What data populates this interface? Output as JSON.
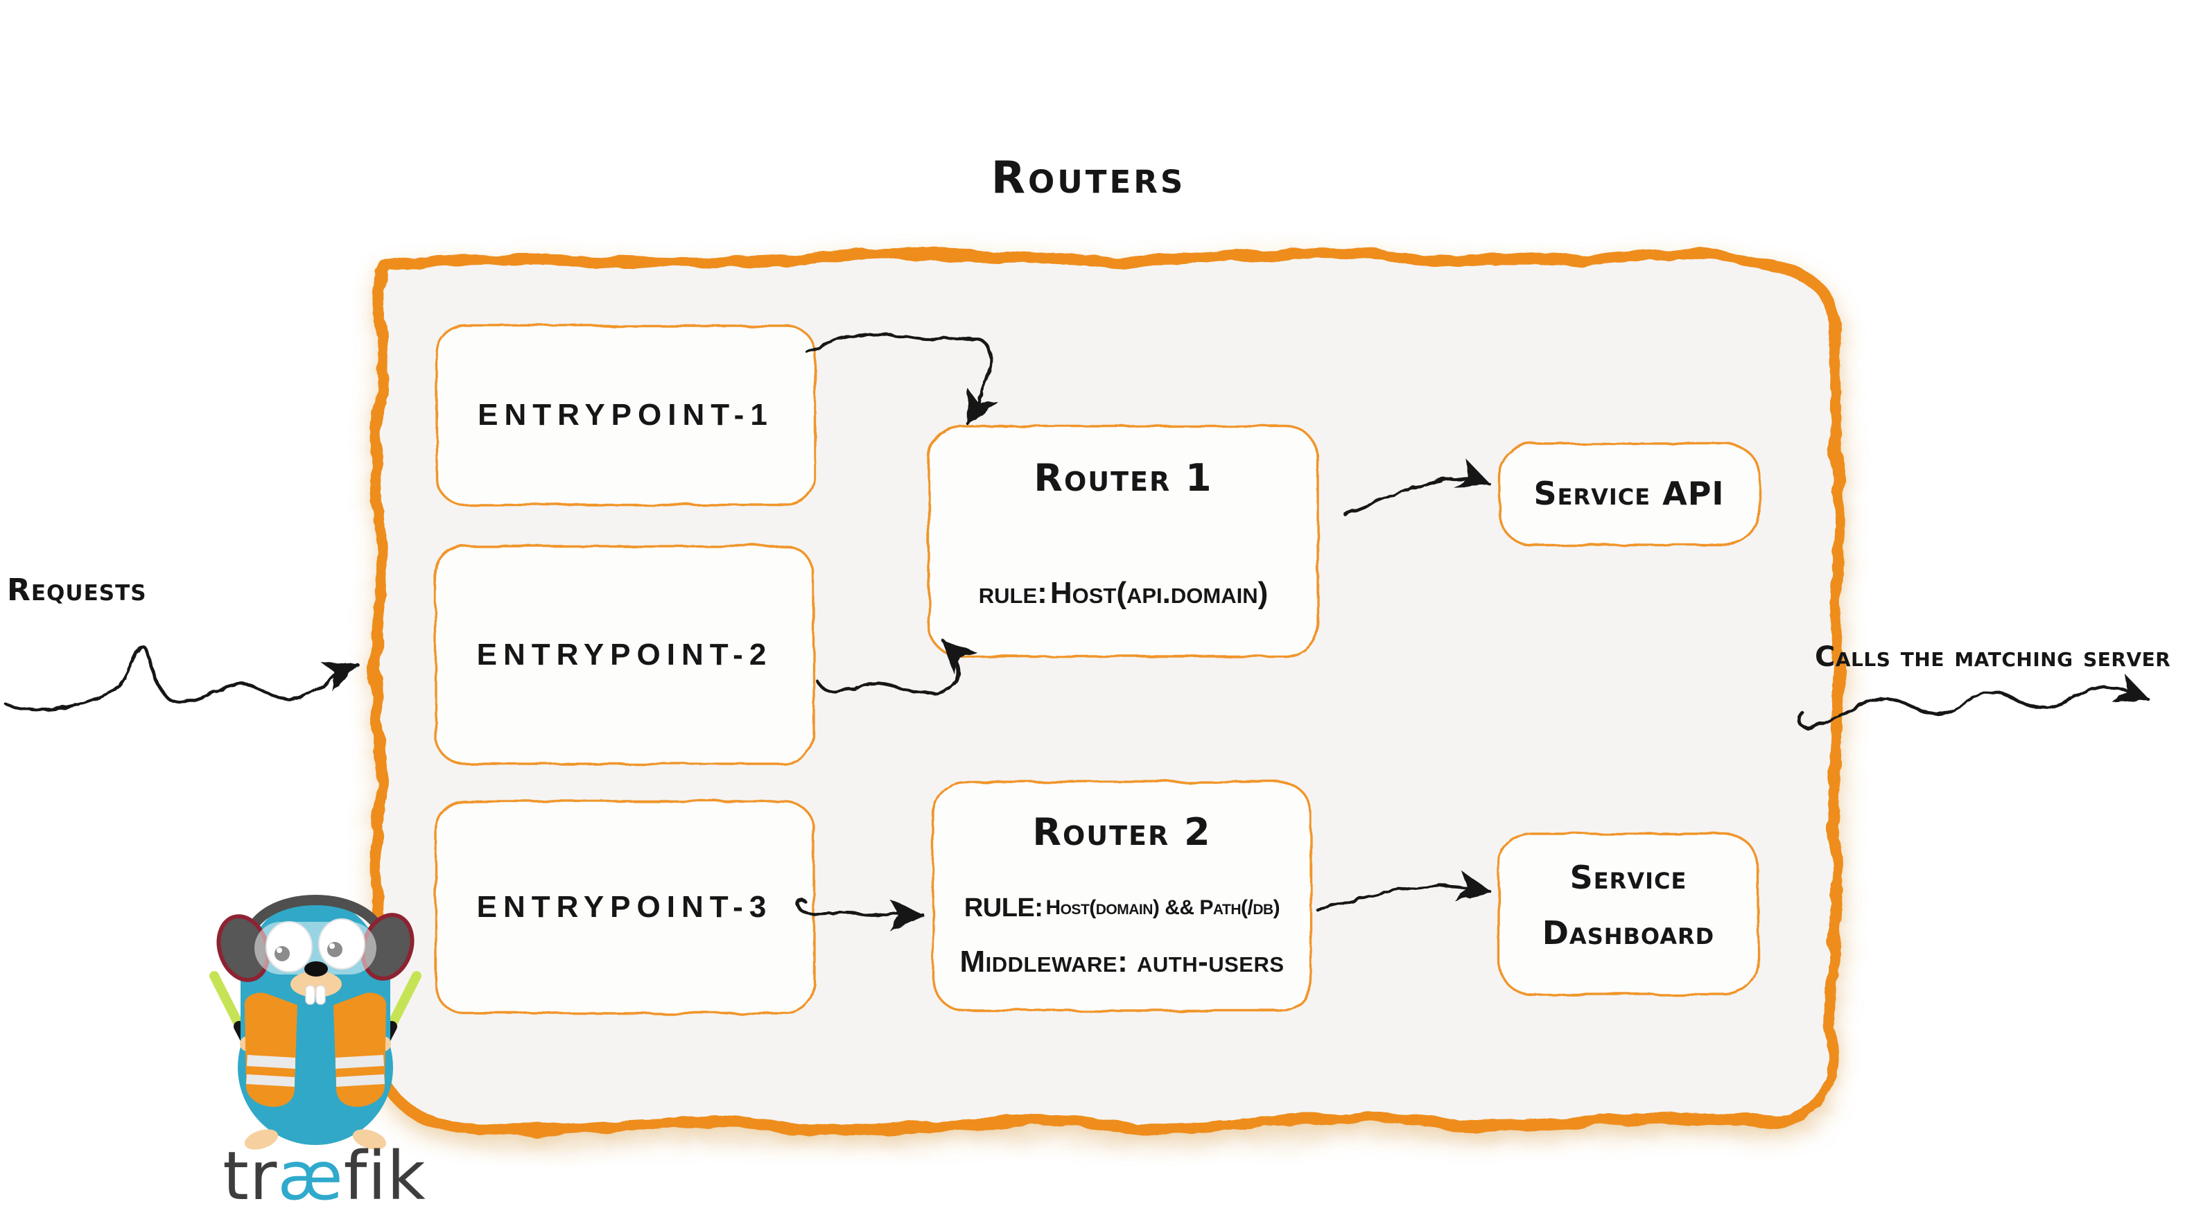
{
  "title": "Routers",
  "side": {
    "requests": "Requests",
    "calls": "Calls the matching server"
  },
  "entrypoints": [
    {
      "label": "entrypoint-1"
    },
    {
      "label": "entrypoint-2"
    },
    {
      "label": "entrypoint-3"
    }
  ],
  "routers": [
    {
      "title": "Router 1",
      "rule_prefix": "rule:",
      "rule": "Host(api.domain)"
    },
    {
      "title": "Router 2",
      "rule_prefix": "RULE:",
      "rule": "Host(domain) && Path(/db)",
      "middleware": "Middleware: auth-users"
    }
  ],
  "services": [
    {
      "label": "Service API"
    },
    {
      "line1": "Service",
      "line2": "Dashboard"
    }
  ],
  "logo": {
    "pre": "tr",
    "ae": "æ",
    "post": "fik"
  },
  "colors": {
    "border_orange": "#ee8d1e",
    "box_stroke_orange": "#f0952b",
    "container_fill": "#f5f4f2",
    "ink": "#161616",
    "gopher_teal": "#31a8c7",
    "wordmark_teal": "#2fa9cc",
    "wordmark_dark": "#3d3d3d",
    "vest_orange": "#f0921e",
    "glowstick_green": "#c6e356",
    "snout_tan": "#f6d09e"
  }
}
